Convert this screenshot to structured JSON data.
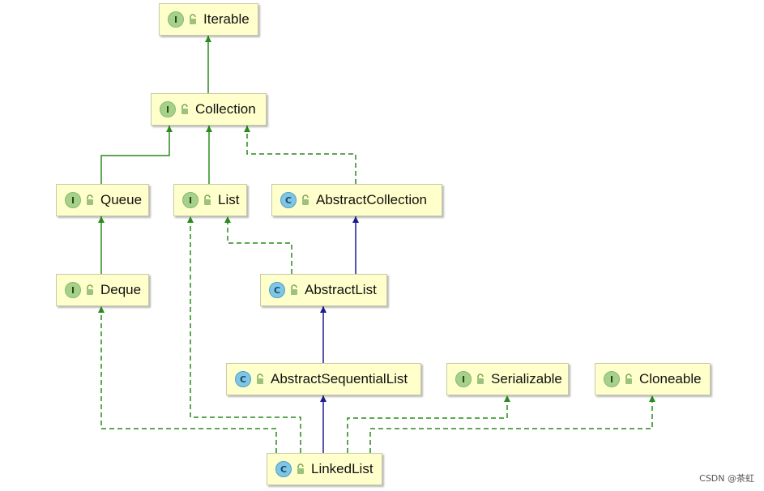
{
  "diagram": {
    "nodes": {
      "iterable": {
        "kind": "I",
        "name": "Iterable"
      },
      "collection": {
        "kind": "I",
        "name": "Collection"
      },
      "queue": {
        "kind": "I",
        "name": "Queue"
      },
      "list": {
        "kind": "I",
        "name": "List"
      },
      "abstract_collection": {
        "kind": "C",
        "name": "AbstractCollection"
      },
      "deque": {
        "kind": "I",
        "name": "Deque"
      },
      "abstract_list": {
        "kind": "C",
        "name": "AbstractList"
      },
      "abstract_sequential_list": {
        "kind": "C",
        "name": "AbstractSequentialList"
      },
      "serializable": {
        "kind": "I",
        "name": "Serializable"
      },
      "cloneable": {
        "kind": "I",
        "name": "Cloneable"
      },
      "linked_list": {
        "kind": "C",
        "name": "LinkedList"
      }
    },
    "edges": [
      {
        "from": "collection",
        "to": "iterable",
        "type": "interface-extends"
      },
      {
        "from": "queue",
        "to": "collection",
        "type": "interface-extends"
      },
      {
        "from": "list",
        "to": "collection",
        "type": "interface-extends"
      },
      {
        "from": "abstract_collection",
        "to": "collection",
        "type": "implements"
      },
      {
        "from": "deque",
        "to": "queue",
        "type": "interface-extends"
      },
      {
        "from": "abstract_list",
        "to": "list",
        "type": "implements"
      },
      {
        "from": "abstract_list",
        "to": "abstract_collection",
        "type": "class-extends"
      },
      {
        "from": "abstract_sequential_list",
        "to": "abstract_list",
        "type": "class-extends"
      },
      {
        "from": "linked_list",
        "to": "abstract_sequential_list",
        "type": "class-extends"
      },
      {
        "from": "linked_list",
        "to": "deque",
        "type": "implements"
      },
      {
        "from": "linked_list",
        "to": "list",
        "type": "implements"
      },
      {
        "from": "linked_list",
        "to": "serializable",
        "type": "implements"
      },
      {
        "from": "linked_list",
        "to": "cloneable",
        "type": "implements"
      }
    ]
  },
  "colors": {
    "node_fill": "#ffffcc",
    "interface_badge": "#a5d18b",
    "class_badge": "#7fc6e6",
    "interface_edge": "#2a8a1c",
    "class_edge": "#1c1c8c"
  },
  "watermark": "CSDN @茶虹"
}
